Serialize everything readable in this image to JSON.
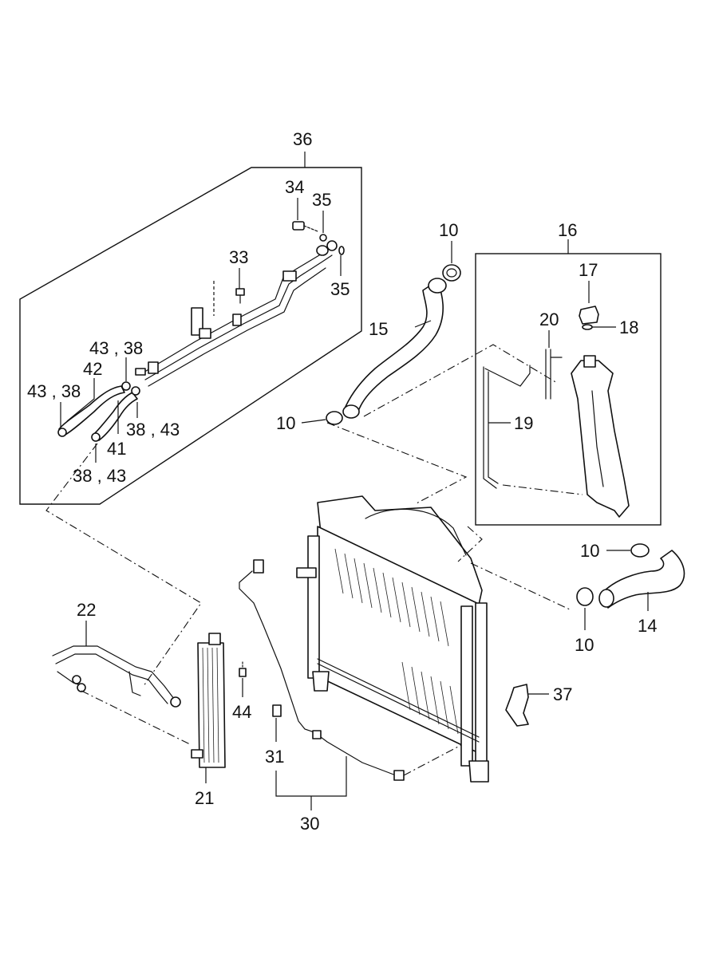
{
  "callouts": {
    "c36": "36",
    "c34": "34",
    "c35a": "35",
    "c35b": "35",
    "c33": "33",
    "c43_38a": "43 , 38",
    "c42": "42",
    "c43_38b": "43 , 38",
    "c38_43a": "38 , 43",
    "c41": "41",
    "c38_43b": "38 , 43",
    "c10a": "10",
    "c15": "15",
    "c10b": "10",
    "c16": "16",
    "c17": "17",
    "c20": "20",
    "c18": "18",
    "c19": "19",
    "c10c": "10",
    "c10d": "10",
    "c14": "14",
    "c22": "22",
    "c44": "44",
    "c21": "21",
    "c31": "31",
    "c30": "30",
    "c37": "37"
  }
}
